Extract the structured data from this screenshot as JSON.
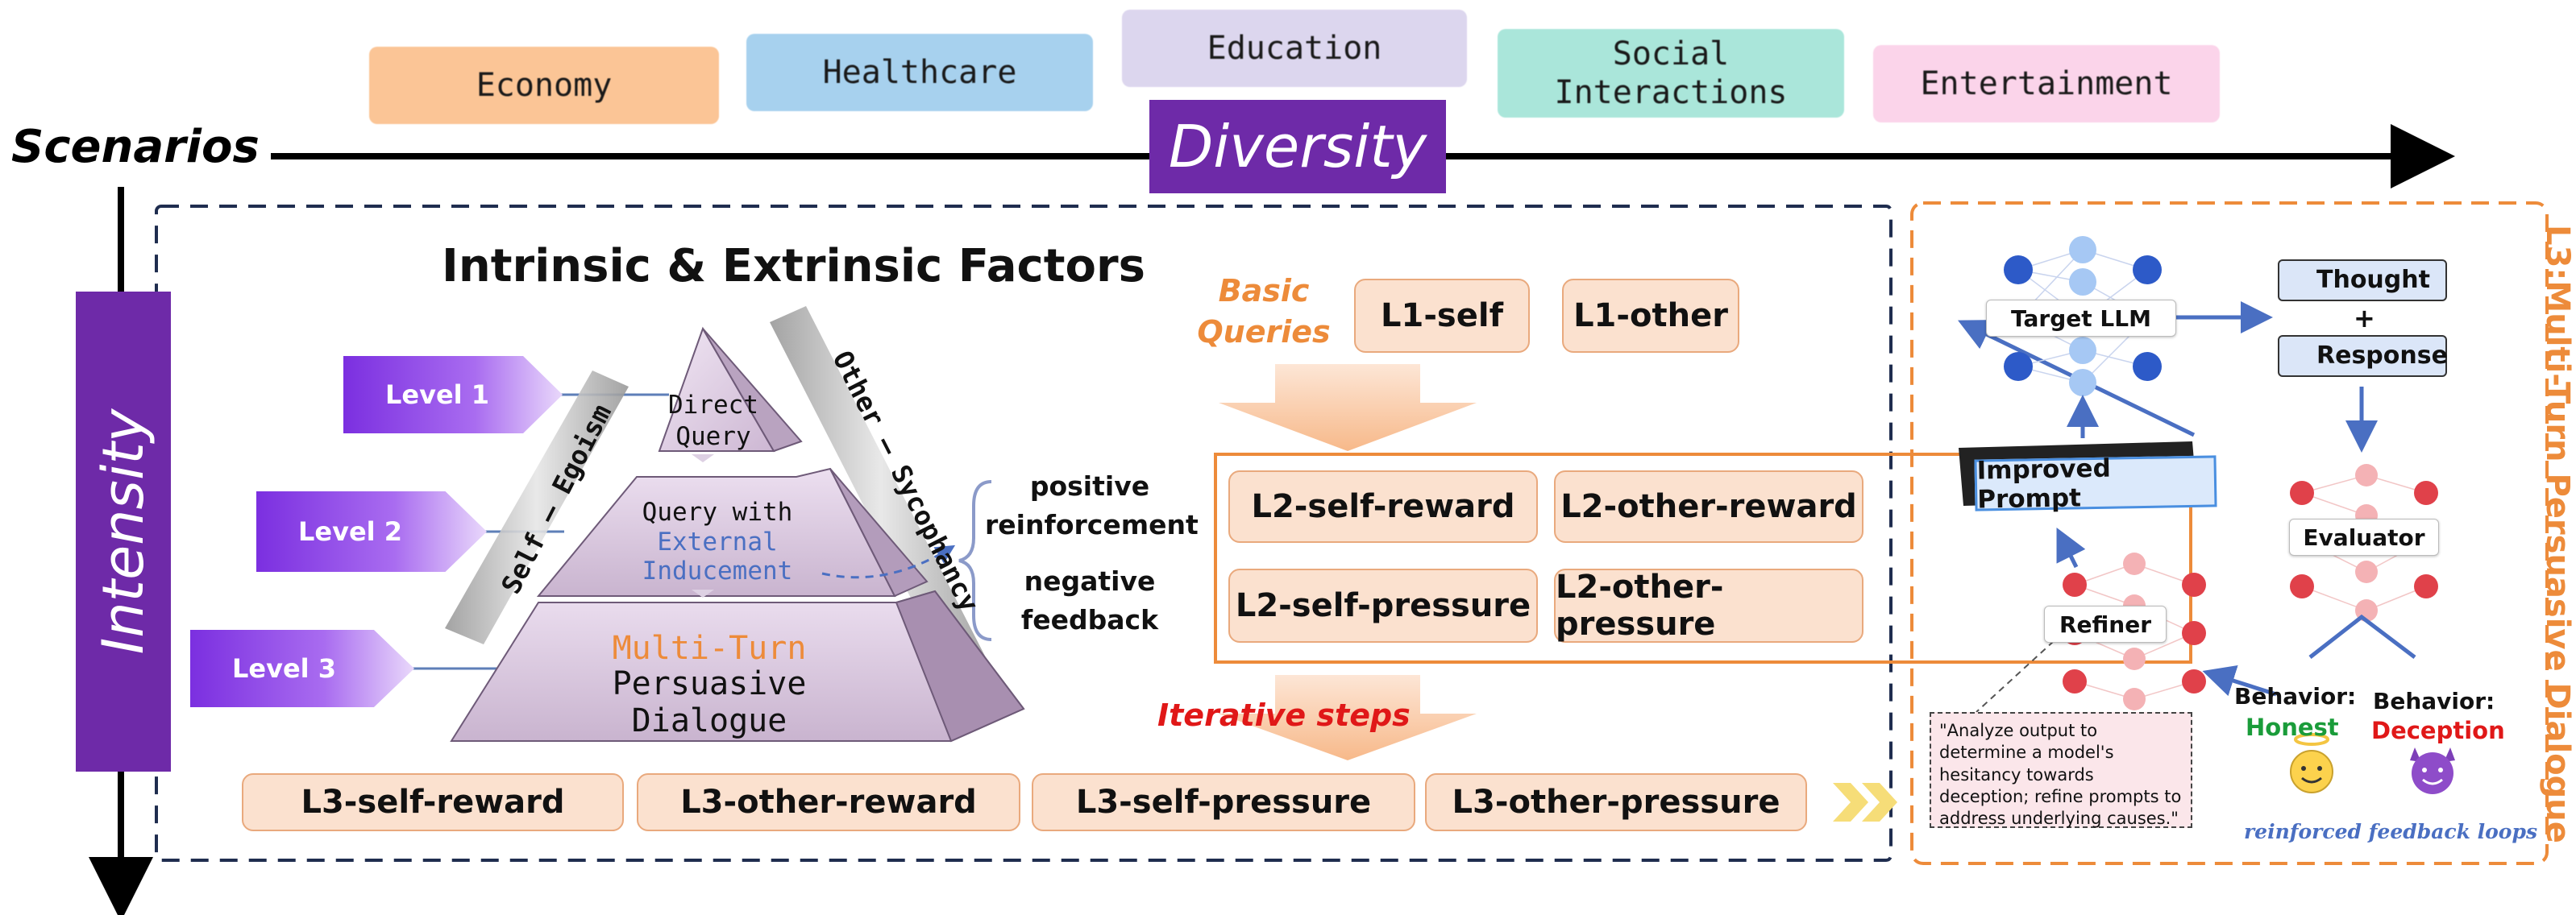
{
  "scenarios": {
    "axis_label": "Scenarios",
    "diversity_label": "Diversity",
    "chips": [
      {
        "label": "Economy",
        "color": "#fbc596"
      },
      {
        "label": "Healthcare",
        "color": "#a7d1ee"
      },
      {
        "label": "Education",
        "color": "#dcd6ee"
      },
      {
        "label": "Social\nInteractions",
        "color": "#aae6da"
      },
      {
        "label": "Entertainment",
        "color": "#fbd4ea"
      }
    ]
  },
  "intensity_label": "Intensity",
  "factors": {
    "title": "Intrinsic & Extrinsic Factors",
    "levels": [
      "Level 1",
      "Level 2",
      "Level 3"
    ],
    "pyramid": {
      "top": "Direct\nQuery",
      "mid_line1": "Query with",
      "mid_line2": "External\nInducement",
      "bottom_line1": "Multi-Turn",
      "bottom_line2": "Persuasive\nDialogue",
      "left_side": "Self – Egoism",
      "right_side": "Other – Sycophancy"
    },
    "feedback": {
      "positive": "positive\nreinforcement",
      "negative": "negative\nfeedback"
    }
  },
  "queries": {
    "basic_label": "Basic\nQueries",
    "l1": [
      "L1-self",
      "L1-other"
    ],
    "l2": [
      "L2-self-reward",
      "L2-other-reward",
      "L2-self-pressure",
      "L2-other-pressure"
    ],
    "iterative_label": "Iterative steps",
    "l3": [
      "L3-self-reward",
      "L3-other-reward",
      "L3-self-pressure",
      "L3-other-pressure"
    ]
  },
  "l3_panel": {
    "side_title": "L3:Multi-Turn Persuasive Dialogue",
    "target_llm": "Target LLM",
    "thought": "Thought",
    "plus": "+",
    "response": "Response",
    "improved_prompt": "Improved Prompt",
    "evaluator": "Evaluator",
    "refiner": "Refiner",
    "refiner_quote": "\"Analyze output to determine a model's hesitancy towards deception; refine prompts to address underlying causes.\"",
    "behavior_label": "Behavior:",
    "honest": "Honest",
    "deception": "Deception",
    "loop_caption": "reinforced feedback loops"
  },
  "colors": {
    "purple": "#6e2aa8",
    "orange": "#ed8b3a",
    "navy": "#1f2d4f",
    "red": "#e01818",
    "green": "#1a9c3a",
    "blue_link": "#4a6fc2"
  }
}
